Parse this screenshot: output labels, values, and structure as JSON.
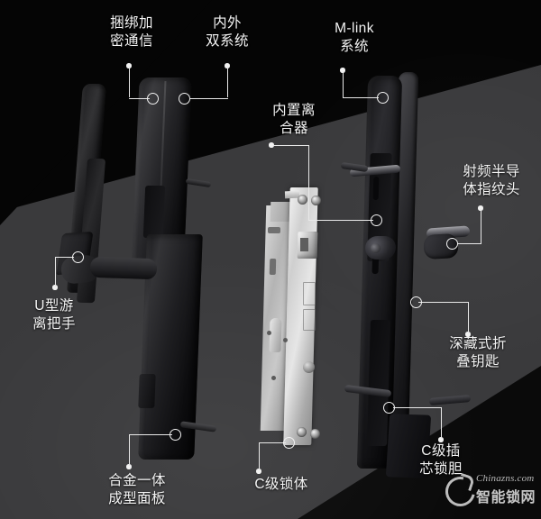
{
  "figure": {
    "kind": "exploded-product-diagram",
    "subject": "smart door lock",
    "background": {
      "dark_hex": "#050505",
      "mid_hex": "#3a3a3c",
      "corner_hex": "#0a0a0a"
    },
    "leader_color_hex": "#f2f2f2",
    "label_color_hex": "#f4f4f4"
  },
  "callouts": [
    {
      "id": "encrypted-comm",
      "text": "捆绑加\n密通信"
    },
    {
      "id": "dual-system",
      "text": "内外\n双系统"
    },
    {
      "id": "m-link-system",
      "text": "M-link\n系统"
    },
    {
      "id": "built-in-clutch",
      "text": "内置离\n合器"
    },
    {
      "id": "rf-fingerprint",
      "text": "射频半导\n体指纹头"
    },
    {
      "id": "u-handle",
      "text": "U型游\n离把手"
    },
    {
      "id": "hidden-folding-key",
      "text": "深藏式折\n叠钥匙"
    },
    {
      "id": "c-level-core",
      "text": "C级插\n芯锁胆"
    },
    {
      "id": "alloy-panel",
      "text": "合金一体\n成型面板"
    },
    {
      "id": "c-level-lockbody",
      "text": "C级锁体"
    }
  ],
  "watermark": {
    "english": "Chinazns.com",
    "chinese": "智能锁网",
    "logo": "c-swirl-logo"
  }
}
